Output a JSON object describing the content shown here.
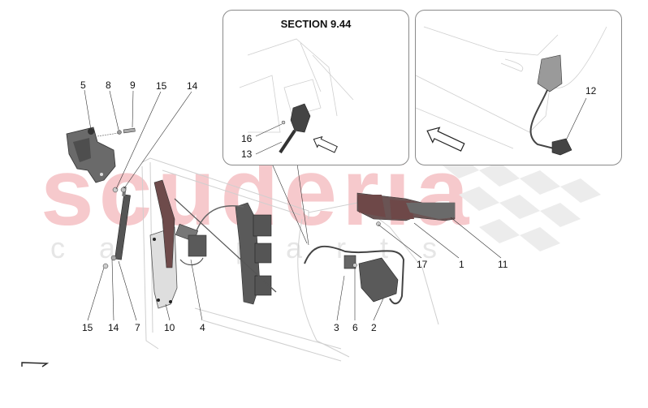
{
  "diagram": {
    "type": "exploded-parts-diagram",
    "subject": "door mechanisms and locks",
    "watermark": {
      "main": "scuderia",
      "sub": "car parts",
      "colors": {
        "main": "#f6c9cc",
        "sub": "#e6e6e6",
        "checker": "#e8e8e8"
      }
    },
    "insets": [
      {
        "id": "section",
        "title": "SECTION 9.44",
        "callouts": [
          "16",
          "13"
        ],
        "arrow": "view-direction-arrow"
      },
      {
        "id": "detail",
        "title": "",
        "callouts": [
          "12"
        ],
        "arrow": "view-direction-arrow"
      }
    ],
    "callouts": {
      "top_left": [
        "5",
        "8",
        "9",
        "15",
        "14"
      ],
      "bottom_left": [
        "15",
        "14",
        "7",
        "10",
        "4"
      ],
      "right_group": [
        "17",
        "1",
        "11"
      ],
      "bottom_right": [
        "3",
        "6",
        "2"
      ],
      "section": [
        "16",
        "13"
      ],
      "detail": [
        "12"
      ]
    },
    "part_numbers": [
      "1",
      "2",
      "3",
      "4",
      "5",
      "6",
      "7",
      "8",
      "9",
      "10",
      "11",
      "12",
      "13",
      "14",
      "15",
      "16",
      "17"
    ],
    "colors": {
      "part_dark": "#5a5a5a",
      "part_red": "#7a4a4a",
      "outline": "#c8c8c8",
      "leader": "#333333",
      "inset_border": "#8a8a8a"
    }
  }
}
